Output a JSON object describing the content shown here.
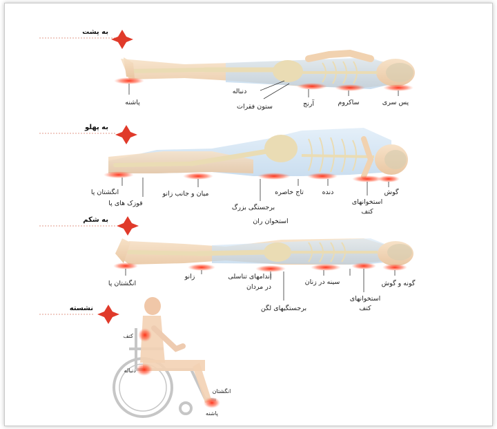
{
  "sections": {
    "supine": {
      "header": "به پشت",
      "labels": {
        "heel": "پاشنه",
        "elbow": "دنباله",
        "spine": "ستون فقرات",
        "elbow2": "آرنج",
        "sacrum": "ساکروم",
        "occiput": "پس سری"
      }
    },
    "lateral": {
      "header": "به پهلو",
      "labels": {
        "toes": "انگشتان پا",
        "ankles": "قوزک های پا",
        "knee": "میان و جانب زانو",
        "trochanter": "برجستگی بزرگ",
        "femur": "استخوان ران",
        "iliac": "تاج خاصره",
        "rib": "دنده",
        "shoulder": "استخوانهای",
        "shoulder2": "کتف",
        "ear": "گوش"
      }
    },
    "prone": {
      "header": "به شکم",
      "labels": {
        "toes": "انگشتان پا",
        "knee": "زانو",
        "genitals": "اندامهای تناسلی",
        "genitals2": "در مردان",
        "pelvis": "برجستگیهای لگن",
        "breast": "سینه در زنان",
        "shoulder": "استخوانهای",
        "shoulder2": "کتف",
        "cheek": "گونه و گوش"
      }
    },
    "seated": {
      "header": "نشسته",
      "labels": {
        "shoulder": "کتف",
        "coccyx": "دنباله",
        "toes": "انگشتان",
        "heel": "پاشنه"
      }
    }
  },
  "colors": {
    "marker": "#e03a2a",
    "pressure": "#ff3b30",
    "bone": "#e8dcb5",
    "body": "#cfe3f3",
    "skin": "#f3d7b8"
  }
}
